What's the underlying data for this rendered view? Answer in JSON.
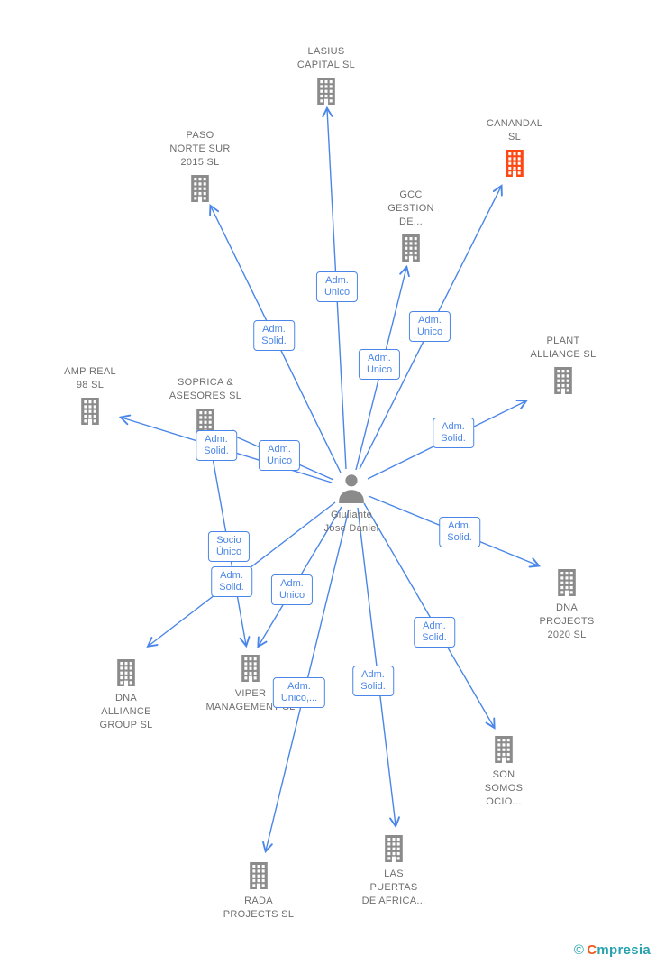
{
  "diagram": {
    "person": {
      "name": "Giuliante\nJose Daniel"
    },
    "companies": {
      "lasius": {
        "label": "LASIUS\nCAPITAL SL"
      },
      "canandal": {
        "label": "CANANDAL\nSL",
        "highlighted": "true"
      },
      "paso": {
        "label": "PASO\nNORTE SUR\n2015 SL"
      },
      "gcc": {
        "label": "GCC\nGESTION\nDE..."
      },
      "plant": {
        "label": "PLANT\nALLIANCE SL"
      },
      "ampreal": {
        "label": "AMP REAL\n98 SL"
      },
      "soprica": {
        "label": "SOPRICA &\nASESORES SL"
      },
      "dnaprojects": {
        "label": "DNA\nPROJECTS\n2020 SL"
      },
      "dnaalliance": {
        "label": "DNA\nALLIANCE\nGROUP SL"
      },
      "viper": {
        "label": "VIPER\nMANAGEMENT SL"
      },
      "sonsomos": {
        "label": "SON\nSOMOS\nOCIO..."
      },
      "laspuertas": {
        "label": "LAS\nPUERTAS\nDE AFRICA..."
      },
      "rada": {
        "label": "RADA\nPROJECTS SL"
      }
    },
    "edge_labels": {
      "lasius": "Adm.\nUnico",
      "paso": "Adm.\nSolid.",
      "canandal": "Adm.\nUnico",
      "gcc": "Adm.\nUnico",
      "plant": "Adm.\nSolid.",
      "ampreal": "Adm.\nSolid.",
      "soprica": "Adm.\nUnico",
      "dnaprojects": "Adm.\nSolid.",
      "soprica_viper": "Socio\nÚnico",
      "dnaalliance": "Adm.\nSolid.",
      "viper": "Adm.\nUnico",
      "sonsomos": "Adm.\nSolid.",
      "laspuertas": "Adm.\nSolid.",
      "rada": "Adm.\nUnico,..."
    },
    "icons": {
      "company": "building-icon",
      "person": "person-icon"
    },
    "colors": {
      "edge_blue": "#4a86e8",
      "company_gray": "#8b8b8b",
      "highlight_orange": "#ff4713",
      "label_gray": "#6e6e6e",
      "watermark_teal": "#27a2ae",
      "watermark_orange": "#f05a22"
    },
    "watermark": {
      "copyright": "©",
      "brand_initial": "C",
      "brand_rest": "mpresia"
    }
  }
}
